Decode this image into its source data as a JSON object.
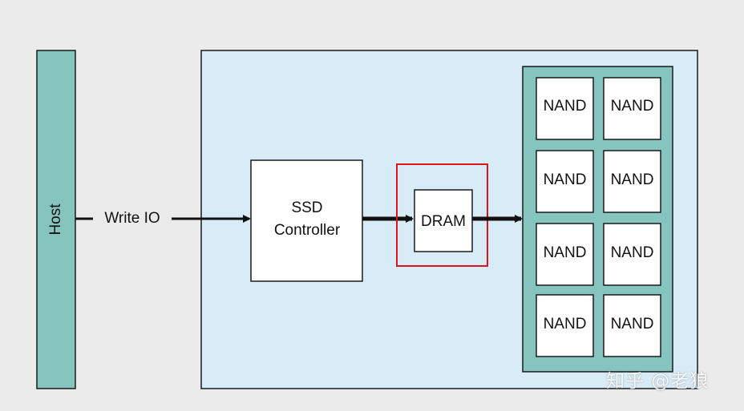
{
  "host": {
    "label": "Host"
  },
  "write_io": {
    "label": "Write IO"
  },
  "controller": {
    "line1": "SSD",
    "line2": "Controller"
  },
  "dram": {
    "label": "DRAM"
  },
  "nand": {
    "labels": [
      "NAND",
      "NAND",
      "NAND",
      "NAND",
      "NAND",
      "NAND",
      "NAND",
      "NAND"
    ]
  },
  "watermark": {
    "text": "知乎 @老狼"
  },
  "colors": {
    "background": "#ebebeb",
    "host_fill": "#85c4bf",
    "ssd_fill": "#d8ecf8",
    "nand_array_fill": "#85c4bf",
    "highlight": "#d9141c",
    "stroke": "#1a1a1a"
  }
}
